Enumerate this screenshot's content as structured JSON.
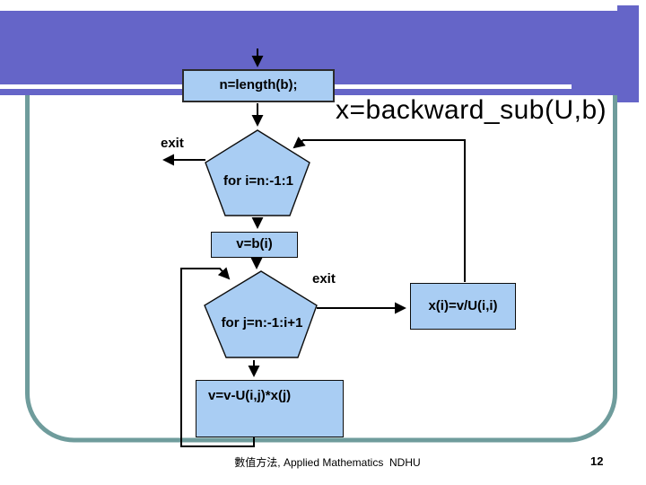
{
  "slide": {
    "title": "x=backward_sub(U,b)",
    "footer_text": "數值方法, Applied Mathematics  NDHU",
    "page_number": "12"
  },
  "flowchart": {
    "start_box_label": "n=length(b);",
    "outer_loop_label": "for i=n:-1:1",
    "outer_exit_label": "exit",
    "init_box_label": "v=b(i)",
    "inner_loop_label": "for j=n:-1:i+1",
    "inner_exit_label": "exit",
    "result_box_label": "x(i)=v/U(i,i)",
    "update_box_label": "v=v-U(i,j)*x(j)"
  },
  "colors": {
    "header_purple": "#6565c8",
    "border_teal": "#6f9c9c",
    "shape_fill": "#a9cdf3",
    "shape_border": "#0d0d0d",
    "line_black": "#000000"
  }
}
